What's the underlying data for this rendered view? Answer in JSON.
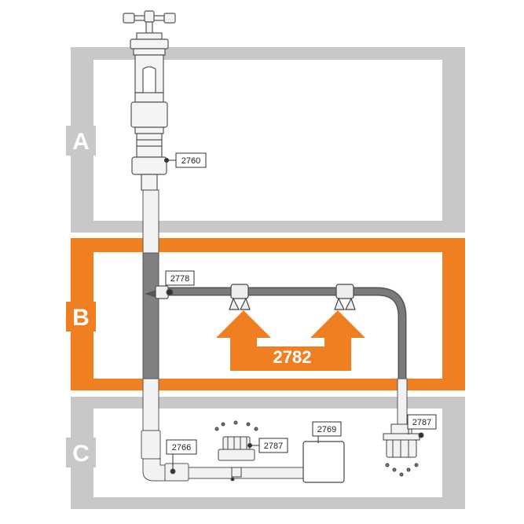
{
  "zones": [
    {
      "letter": "A"
    },
    {
      "letter": "B"
    },
    {
      "letter": "C"
    }
  ],
  "labels": {
    "p2760": "2760",
    "p2778": "2778",
    "p2782": "2782",
    "p2766": "2766",
    "p2787a": "2787",
    "p2769": "2769",
    "p2787b": "2787"
  },
  "colors": {
    "zone_gray": "#c8c8c8",
    "zone_orange": "#f07f22",
    "pipe_dark": "#808080",
    "pipe_light": "#f2f2f2",
    "outline": "#555555"
  },
  "icons": [
    "faucet-icon",
    "clamp-icon",
    "sprinkler-icon",
    "pump-box-icon",
    "arrow-icon"
  ]
}
